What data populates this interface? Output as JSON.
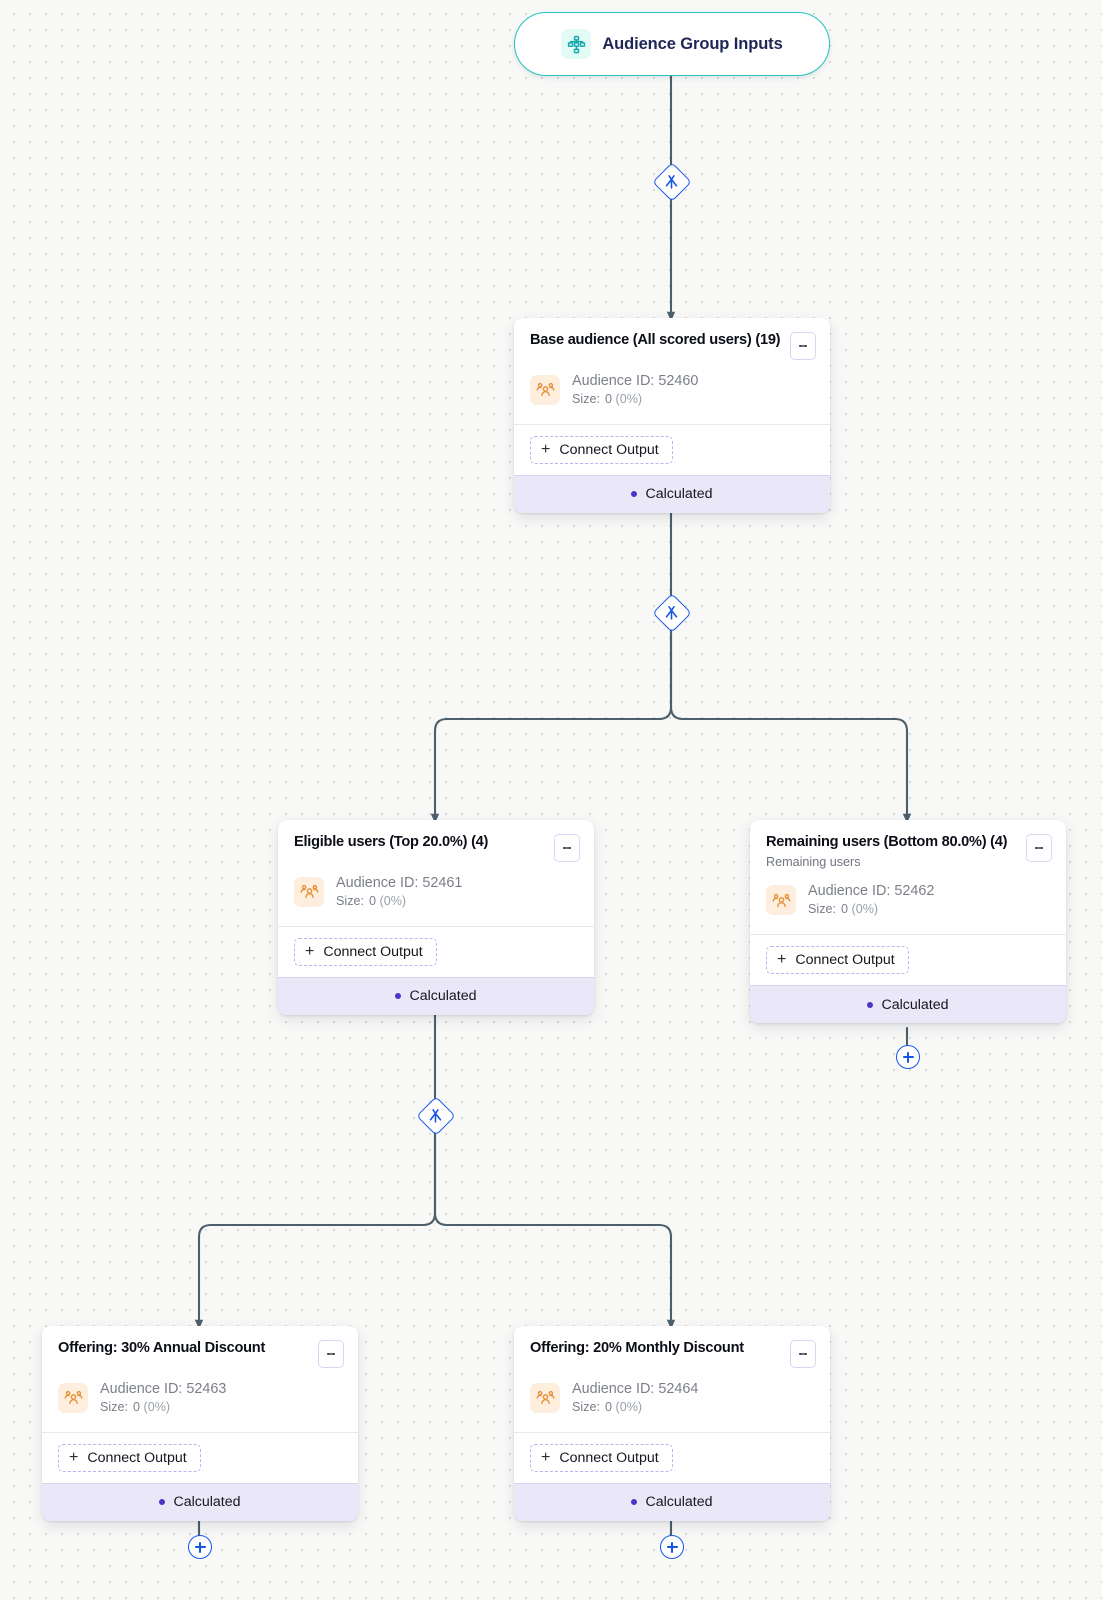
{
  "canvas": {
    "background_color": "#f8f8f7",
    "dot_color": "#d8d8d6",
    "edge_color": "#4d5f6b",
    "accent_blue": "#1556e8",
    "accent_teal": "#22c2bf",
    "status_bg": "#e9e7f8",
    "status_dot": "#4a35c9"
  },
  "start_node": {
    "label": "Audience Group Inputs",
    "icon": "hierarchy-icon"
  },
  "connect_label": "Connect Output",
  "status_label": "Calculated",
  "size_label": "Size:",
  "nodes": [
    {
      "id": "base-audience",
      "title": "Base audience (All scored users) (19)",
      "subtitle": "",
      "audience_id": "Audience ID: 52460",
      "size_value": "0",
      "size_pct": "(0%)",
      "connect_label": "Connect Output",
      "status_label": "Calculated"
    },
    {
      "id": "eligible-users",
      "title": "Eligible users (Top 20.0%) (4)",
      "subtitle": "",
      "audience_id": "Audience ID: 52461",
      "size_value": "0",
      "size_pct": "(0%)",
      "connect_label": "Connect Output",
      "status_label": "Calculated"
    },
    {
      "id": "remaining-users",
      "title": "Remaining users (Bottom 80.0%) (4)",
      "subtitle": "Remaining users",
      "audience_id": "Audience ID: 52462",
      "size_value": "0",
      "size_pct": "(0%)",
      "connect_label": "Connect Output",
      "status_label": "Calculated"
    },
    {
      "id": "offering-annual",
      "title": "Offering: 30% Annual Discount",
      "subtitle": "",
      "audience_id": "Audience ID: 52463",
      "size_value": "0",
      "size_pct": "(0%)",
      "connect_label": "Connect Output",
      "status_label": "Calculated"
    },
    {
      "id": "offering-monthly",
      "title": "Offering: 20% Monthly Discount",
      "subtitle": "",
      "audience_id": "Audience ID: 52464",
      "size_value": "0",
      "size_pct": "(0%)",
      "connect_label": "Connect Output",
      "status_label": "Calculated"
    }
  ],
  "splits": [
    {
      "id": "split-top",
      "icon": "split-branch-icon"
    },
    {
      "id": "split-middle",
      "icon": "split-branch-icon"
    },
    {
      "id": "split-lower",
      "icon": "split-branch-icon"
    }
  ],
  "add_buttons": [
    {
      "id": "add-after-remaining",
      "icon": "plus-icon"
    },
    {
      "id": "add-after-annual",
      "icon": "plus-icon"
    },
    {
      "id": "add-after-monthly",
      "icon": "plus-icon"
    }
  ]
}
